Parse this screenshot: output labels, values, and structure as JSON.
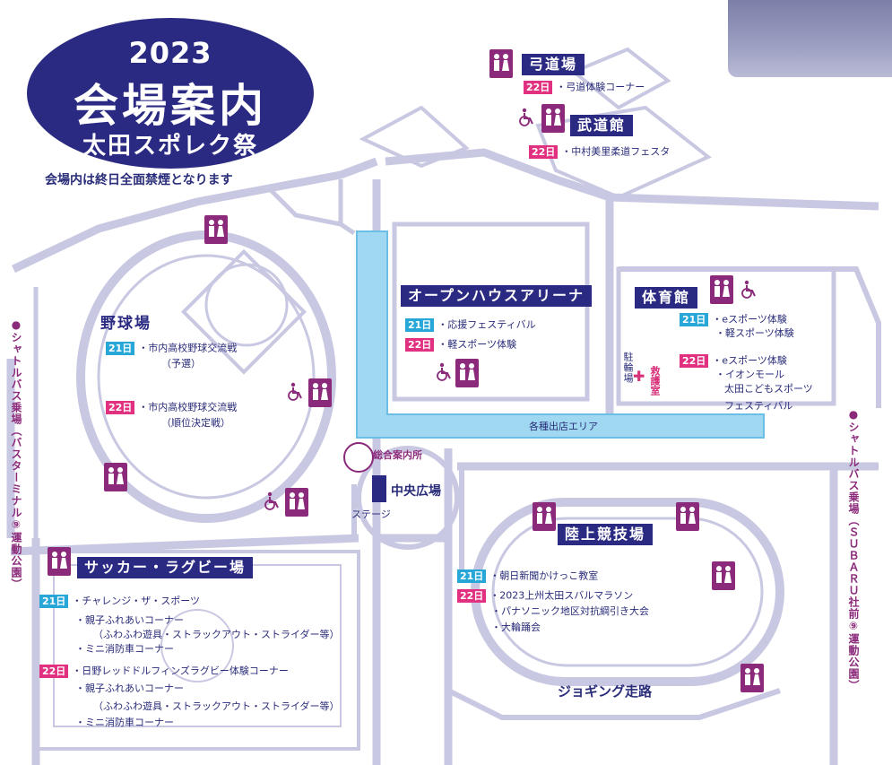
{
  "title": {
    "year": "2023",
    "main": "会場案内",
    "sub": "太田スポレク祭"
  },
  "notice": "会場内は終日全面禁煙となります",
  "day_badges": {
    "day21": "21日",
    "day22": "22日"
  },
  "venues": {
    "kyudojo": {
      "name": "弓道場",
      "day22": "・弓道体験コーナー"
    },
    "budokan": {
      "name": "武道館",
      "day22": "・中村美里柔道フェスタ"
    },
    "baseball": {
      "name": "野球場",
      "day21": "・市内高校野球交流戦",
      "day21_note": "（予選）",
      "day22": "・市内高校野球交流戦",
      "day22_note": "（順位決定戦）"
    },
    "openhouse": {
      "name": "オープンハウスアリーナ",
      "day21": "・応援フェスティバル",
      "day22": "・軽スポーツ体験"
    },
    "gym": {
      "name": "体育館",
      "day21": [
        "・eスポーツ体験",
        "・軽スポーツ体験"
      ],
      "day22": [
        "・eスポーツ体験",
        "・イオンモール",
        "太田こどもスポーツ",
        "フェスティバル"
      ]
    },
    "soccer": {
      "name": "サッカー・ラグビー場",
      "day21": [
        "・チャレンジ・ザ・スポーツ",
        "・親子ふれあいコーナー",
        "（ふわふわ遊具・ストラックアウト・ストライダー等）",
        "・ミニ消防車コーナー"
      ],
      "day22": [
        "・日野レッドドルフィンズラグビー体験コーナー",
        "・親子ふれあいコーナー",
        "（ふわふわ遊具・ストラックアウト・ストライダー等）",
        "・ミニ消防車コーナー"
      ]
    },
    "athletics": {
      "name": "陸上競技場",
      "day21": "・朝日新聞かけっこ教室",
      "day22": [
        "・2023上州太田スバルマラソン",
        "・パナソニック地区対抗綱引き大会",
        "・大輪踊会"
      ]
    }
  },
  "labels": {
    "stalls": "各種出店エリア",
    "info": "総合案内所",
    "central": "中央広場",
    "stage": "ステージ",
    "jogging": "ジョギング走路",
    "parking": "駐輪場",
    "first_aid": "救護室"
  },
  "shuttles": {
    "left": "●シャトルバス乗場（バスターミナル⑨運動公園）",
    "right": "●シャトルバス乗場（ＳＵＢＡＲＵ社前⑨運動公園）"
  },
  "colors": {
    "navy": "#2b2a82",
    "magenta": "#8b2a7a",
    "day21": "#27a7d8",
    "day22": "#e0307f",
    "road": "#c9c8e2",
    "stall_area": "#9fd8f0"
  }
}
